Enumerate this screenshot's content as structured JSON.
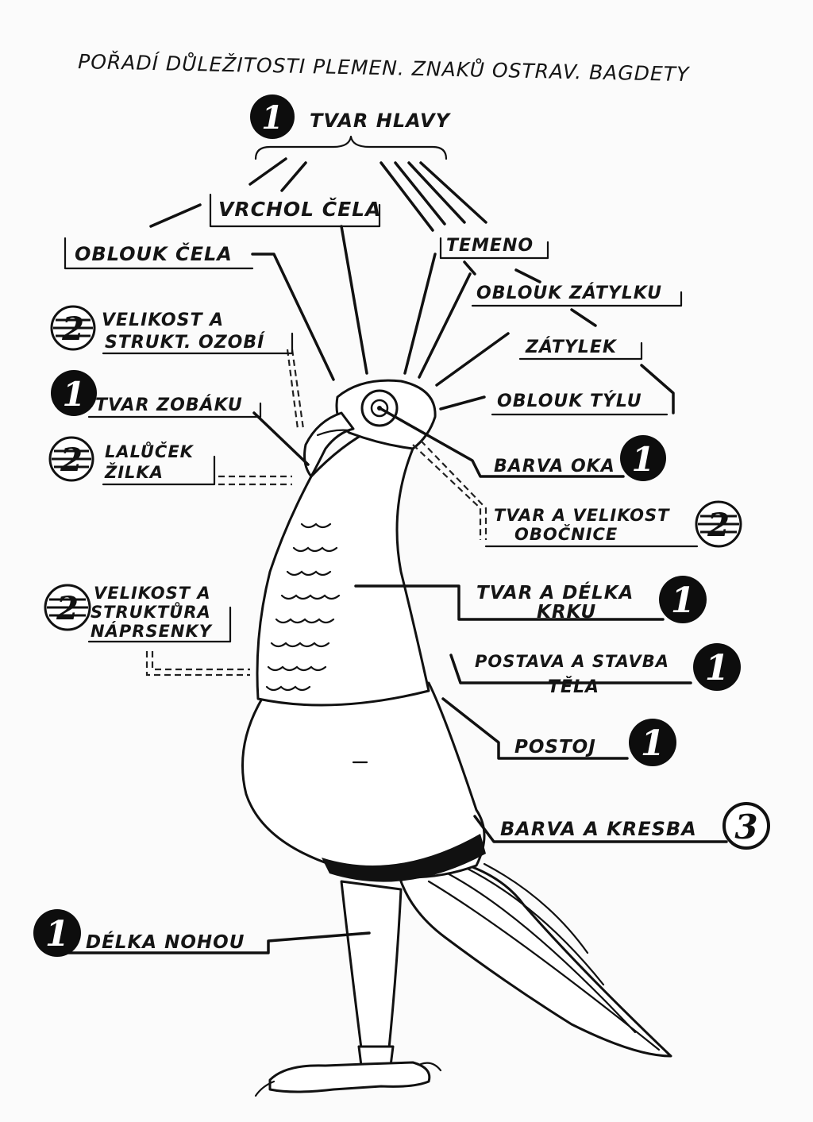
{
  "title": "POŘADÍ DŮLEŽITOSTI PLEMEN. ZNAKŮ OSTRAV. BAGDETY",
  "labels": {
    "tvar_hlavy": "TVAR HLAVY",
    "vrchol_cela": "VRCHOL ČELA",
    "oblouk_cela": "OBLOUK ČELA",
    "temeno": "TEMENO",
    "oblouk_zatylku": "OBLOUK ZÁTYLKU",
    "velikost_ozobi_1": "VELIKOST A",
    "velikost_ozobi_2": "STRUKT. OZOBÍ",
    "zatylek": "ZÁTYLEK",
    "tvar_zobaku": "TVAR ZOBÁKU",
    "oblouk_tylu": "OBLOUK TÝLU",
    "lalucek_1": "LALŮČEK",
    "lalucek_2": "ŽILKA",
    "barva_oka": "BARVA OKA",
    "obocnice_1": "TVAR A VELIKOST",
    "obocnice_2": "OBOČNICE",
    "naprsenka_1": "VELIKOST A",
    "naprsenka_2": "STRUKTŮRA",
    "naprsenka_3": "NÁPRSENKY",
    "krk_1": "TVAR A DÉLKA",
    "krk_2": "KRKU",
    "telo_1": "POSTAVA A STAVBA",
    "telo_2": "TĚLA",
    "postoj": "POSTOJ",
    "barva_kresba": "BARVA A KRESBA",
    "delka_nohou": "DÉLKA NOHOU"
  },
  "badges": {
    "tvar_hlavy": "1",
    "velikost_ozobi": "2",
    "tvar_zobaku": "1",
    "lalucek": "2",
    "barva_oka": "1",
    "obocnice": "2",
    "naprsenka": "2",
    "krk": "1",
    "telo": "1",
    "postoj": "1",
    "barva_kresba": "3",
    "delka_nohou": "1"
  }
}
